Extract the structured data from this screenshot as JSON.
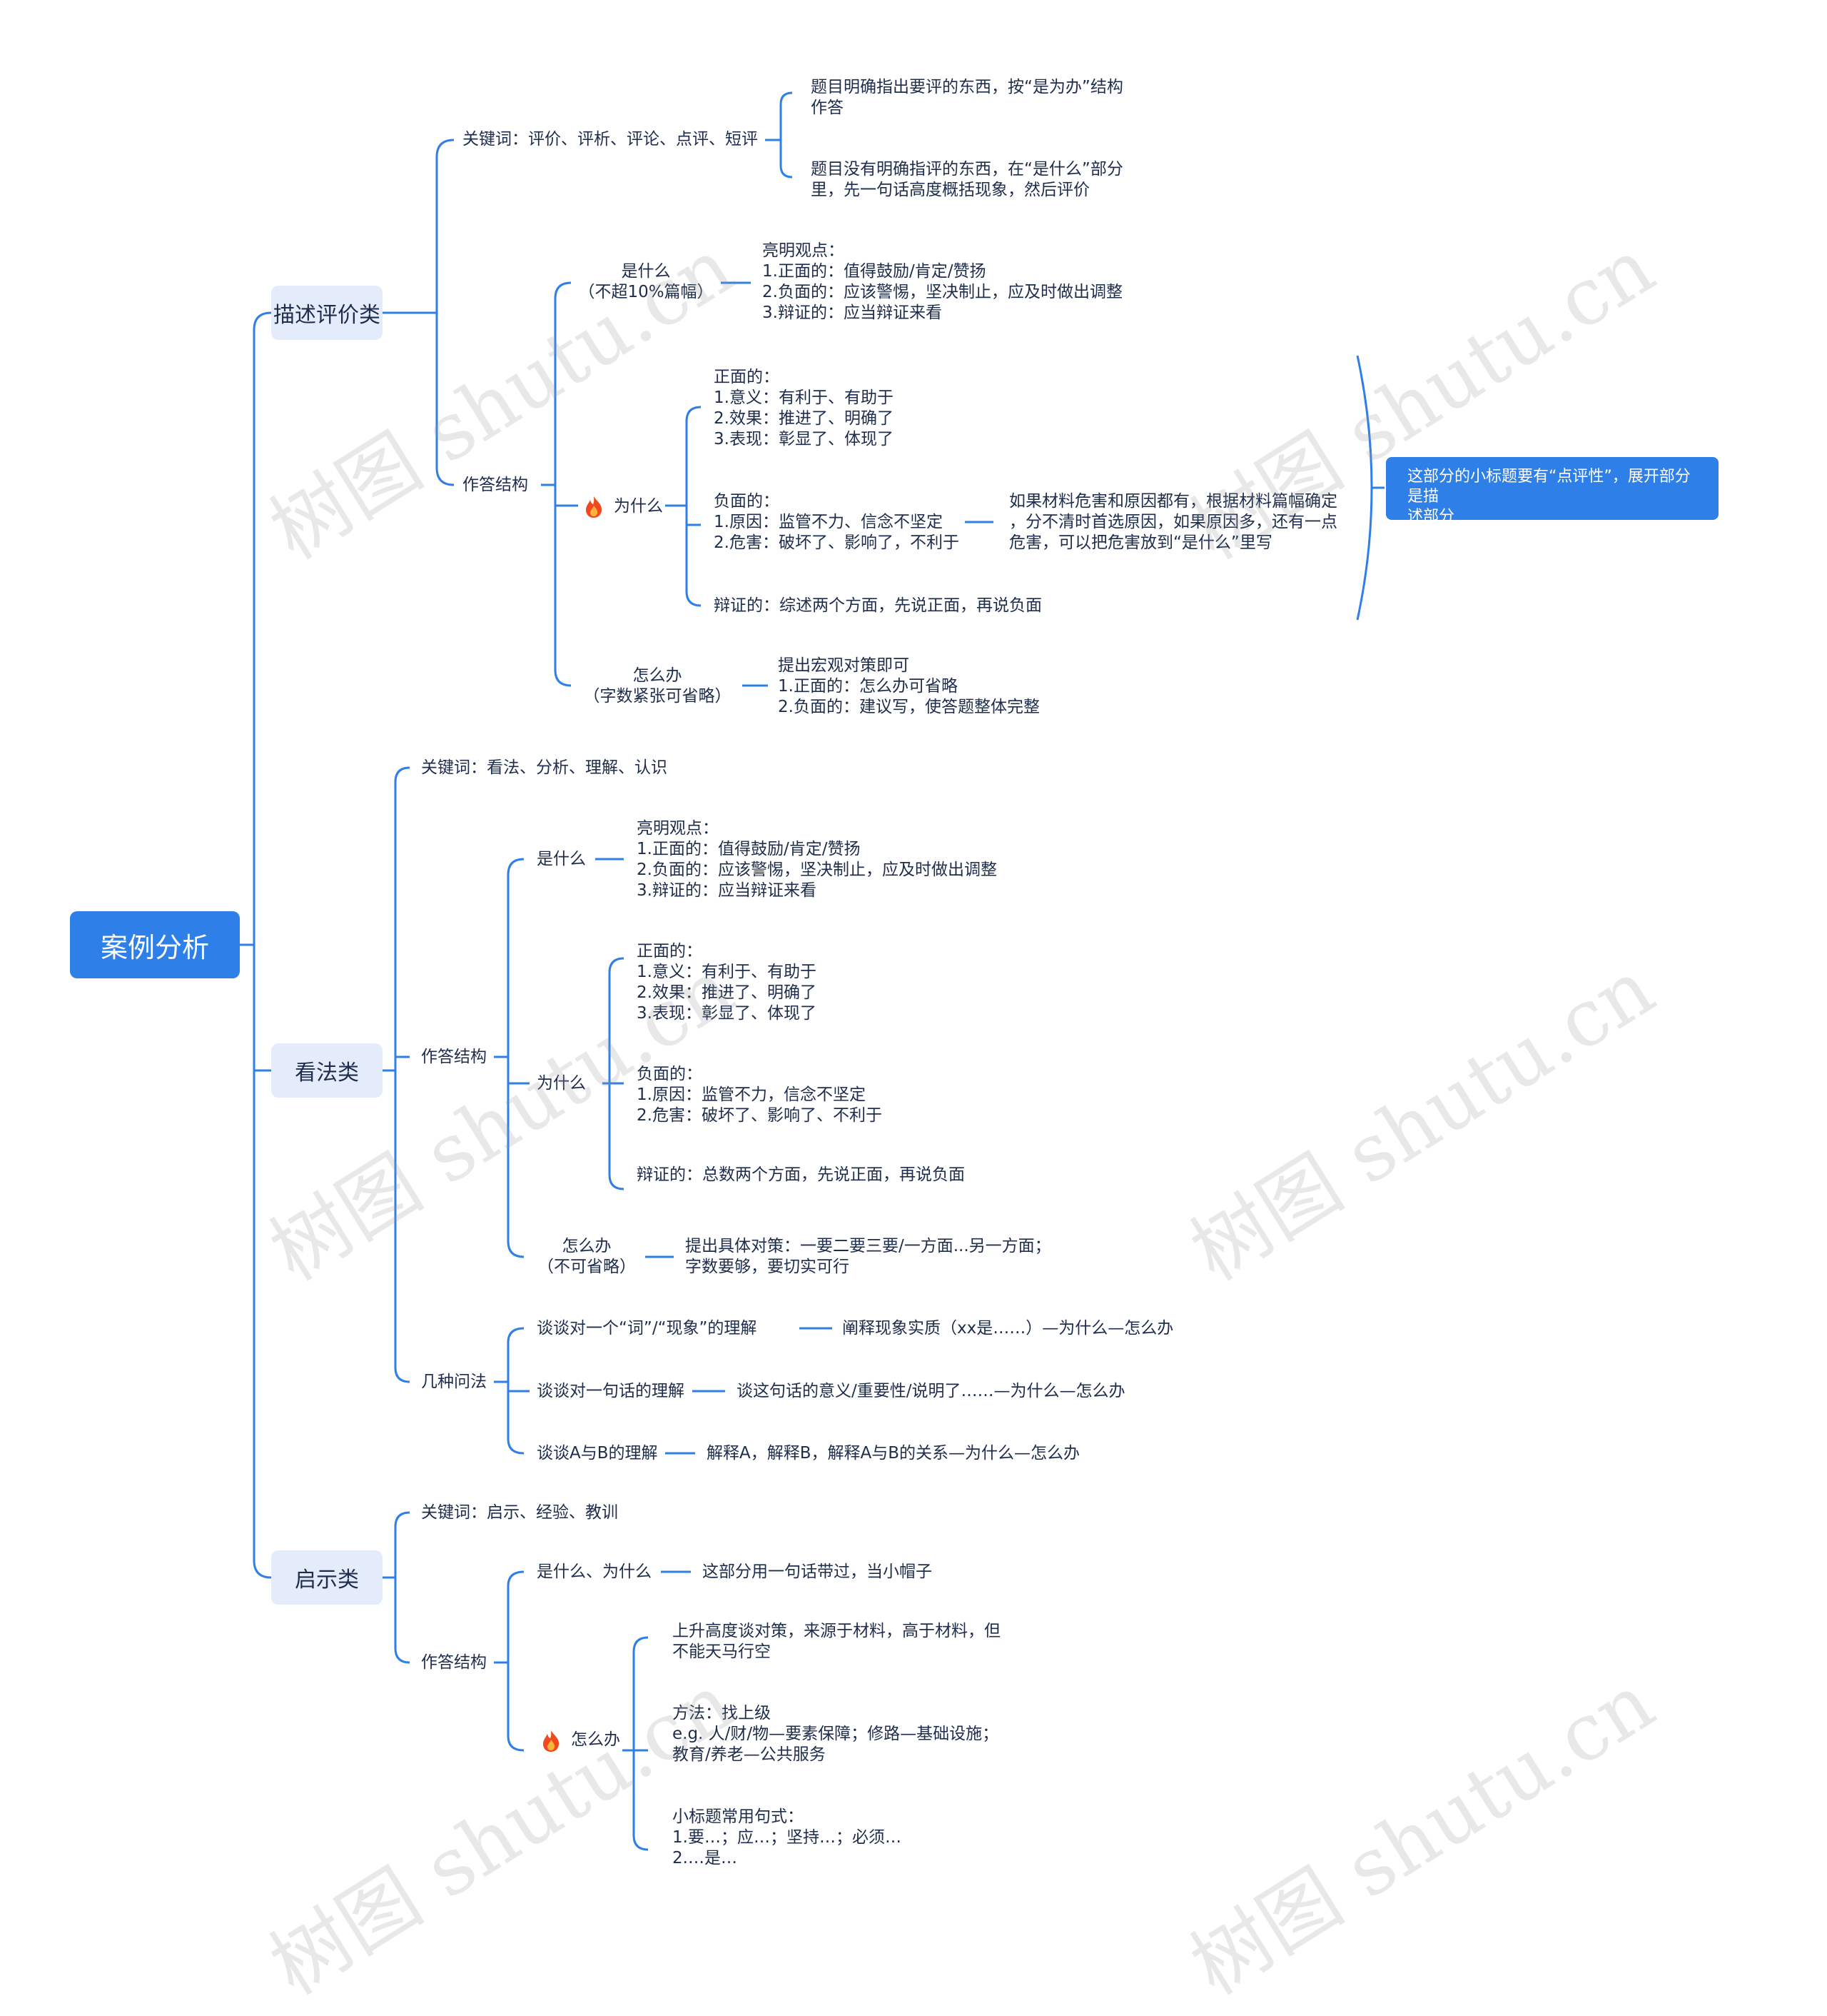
{
  "root": "案例分析",
  "categories": {
    "desc": "描述评价类",
    "view": "看法类",
    "insp": "启示类"
  },
  "desc": {
    "keyword": "关键词：评价、评析、评论、点评、短评",
    "kw_child1": "题目明确指出要评的东西，按“是为办”结构\n作答",
    "kw_child2": "题目没有明确指评的东西，在“是什么”部分\n里，先一句话高度概括现象，然后评价",
    "structure": "作答结构",
    "what": "是什么\n（不超10%篇幅）",
    "what_detail": "亮明观点：\n1.正面的：值得鼓励/肯定/赞扬\n2.负面的：应该警惕，坚决制止，应及时做出调整\n3.辩证的：应当辩证来看",
    "why": "为什么",
    "why_pos": "正面的：\n1.意义：有利于、有助于\n2.效果：推进了、明确了\n3.表现：彰显了、体现了",
    "why_neg": "负面的：\n1.原因：监管不力、信念不坚定\n2.危害：破坏了、影响了，不利于",
    "why_neg_note": "如果材料危害和原因都有，根据材料篇幅确定\n，分不清时首选原因，如果原因多，还有一点\n危害，可以把危害放到“是什么”里写",
    "why_dia": "辩证的：综述两个方面，先说正面，再说负面",
    "how": "怎么办\n（字数紧张可省略）",
    "how_detail": "提出宏观对策即可\n1.正面的：怎么办可省略\n2.负面的：建议写，使答题整体完整",
    "summary": "这部分的小标题要有“点评性”，展开部分是描\n述部分"
  },
  "view": {
    "keyword": "关键词：看法、分析、理解、认识",
    "structure": "作答结构",
    "what": "是什么",
    "what_detail": "亮明观点：\n1.正面的：值得鼓励/肯定/赞扬\n2.负面的：应该警惕，坚决制止，应及时做出调整\n3.辩证的：应当辩证来看",
    "why": "为什么",
    "why_pos": "正面的：\n1.意义：有利于、有助于\n2.效果：推进了、明确了\n3.表现：彰显了、体现了",
    "why_neg": "负面的：\n1.原因：监管不力，信念不坚定\n2.危害：破坏了、影响了、不利于",
    "why_dia": "辩证的：总数两个方面，先说正面，再说负面",
    "how": "怎么办\n（不可省略）",
    "how_detail": "提出具体对策：一要二要三要/一方面...另一方面；\n字数要够，要切实可行",
    "kinds": "几种问法",
    "kind1": "谈谈对一个“词”/“现象”的理解",
    "kind1_detail": "阐释现象实质（xx是……）—为什么—怎么办",
    "kind2": "谈谈对一句话的理解",
    "kind2_detail": "谈这句话的意义/重要性/说明了……—为什么—怎么办",
    "kind3": "谈谈A与B的理解",
    "kind3_detail": "解释A，解释B，解释A与B的关系—为什么—怎么办"
  },
  "insp": {
    "keyword": "关键词：启示、经验、教训",
    "structure": "作答结构",
    "whatwhy": "是什么、为什么",
    "whatwhy_detail": "这部分用一句话带过，当小帽子",
    "how": "怎么办",
    "how1": "上升高度谈对策，来源于材料，高于材料，但\n不能天马行空",
    "how2": "方法：找上级\ne.g. 人/财/物—要素保障；修路—基础设施；\n教育/养老—公共服务",
    "how3": "小标题常用句式：\n1.要…；应…；坚持…；必须…\n2.…是…"
  },
  "watermark": "树图 shutu.cn",
  "colors": {
    "line": "#2f7fe8",
    "root": "#2f7fe8",
    "category_bg": "#e4ecfb",
    "text": "#1f2d4d"
  },
  "icons": [
    "fire-icon"
  ]
}
